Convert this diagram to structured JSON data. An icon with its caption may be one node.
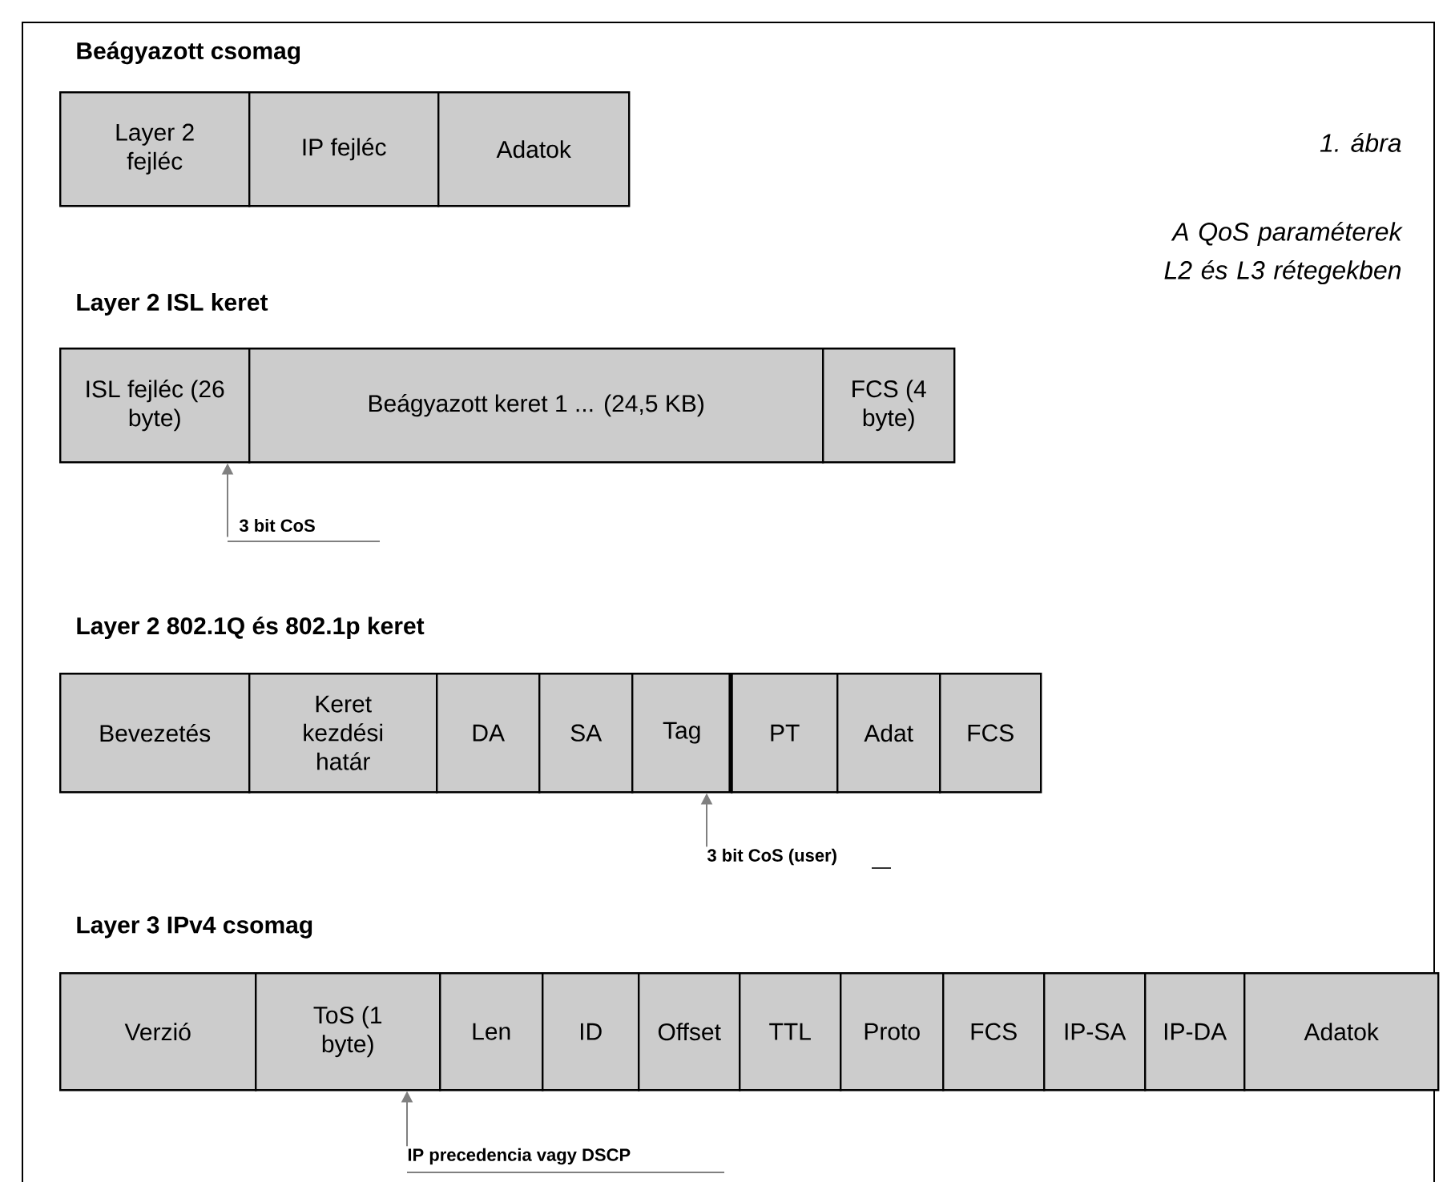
{
  "diagram": {
    "nodes": [
      {
        "text": [
          "Layer 2 fejléc"
        ]
      },
      {
        "text": [
          "IP fejléc"
        ]
      },
      {
        "text": [
          "Adatok"
        ]
      },
      {
        "text": [
          "ISL fejléc (26 byte)"
        ]
      },
      {
        "text": [
          "Beágyazott keret 1 ... (24,5 KB)"
        ]
      },
      {
        "text": [
          "FCS (4 byte)"
        ]
      },
      {
        "text": [
          "3 bit CoS"
        ]
      },
      {
        "text": [
          "Bevezetés"
        ]
      },
      {
        "text": [
          "Keret kezdési határ"
        ]
      },
      {
        "text": [
          "DA"
        ]
      },
      {
        "text": [
          "SA"
        ]
      },
      {
        "text": [
          "Tag"
        ]
      },
      {
        "text": [
          "PT"
        ]
      },
      {
        "text": [
          "Adat"
        ]
      },
      {
        "text": [
          "FCS"
        ]
      },
      {
        "text": [
          "3 bit CoS (user)"
        ]
      },
      {
        "text": [
          "Verzió"
        ]
      },
      {
        "text": [
          "ToS (1 byte)"
        ]
      },
      {
        "text": [
          "Len"
        ]
      },
      {
        "text": [
          "ID"
        ]
      },
      {
        "text": [
          "Offset"
        ]
      },
      {
        "text": [
          "TTL"
        ]
      },
      {
        "text": [
          "Proto"
        ]
      },
      {
        "text": [
          "FCS"
        ]
      },
      {
        "text": [
          "IP-SA"
        ]
      },
      {
        "text": [
          "IP-DA"
        ]
      },
      {
        "text": [
          "Adatok"
        ]
      },
      {
        "text": [
          "IP precedencia vagy DSCP"
        ]
      }
    ],
    "edges": [
      {
        "from": 6,
        "to": 3,
        "arrow": "to"
      },
      {
        "from": 15,
        "to": 11,
        "arrow": "to"
      },
      {
        "from": 27,
        "to": 17,
        "arrow": "to"
      }
    ],
    "labels": [
      "Beágyazott csomag",
      "1. ábra",
      "A QoS paraméterek L2 és L3 rétegekben",
      "Layer 2 ISL keret",
      "Layer 2 802.1Q és 802.1p keret",
      "Layer 3 IPv4 csomag"
    ]
  }
}
